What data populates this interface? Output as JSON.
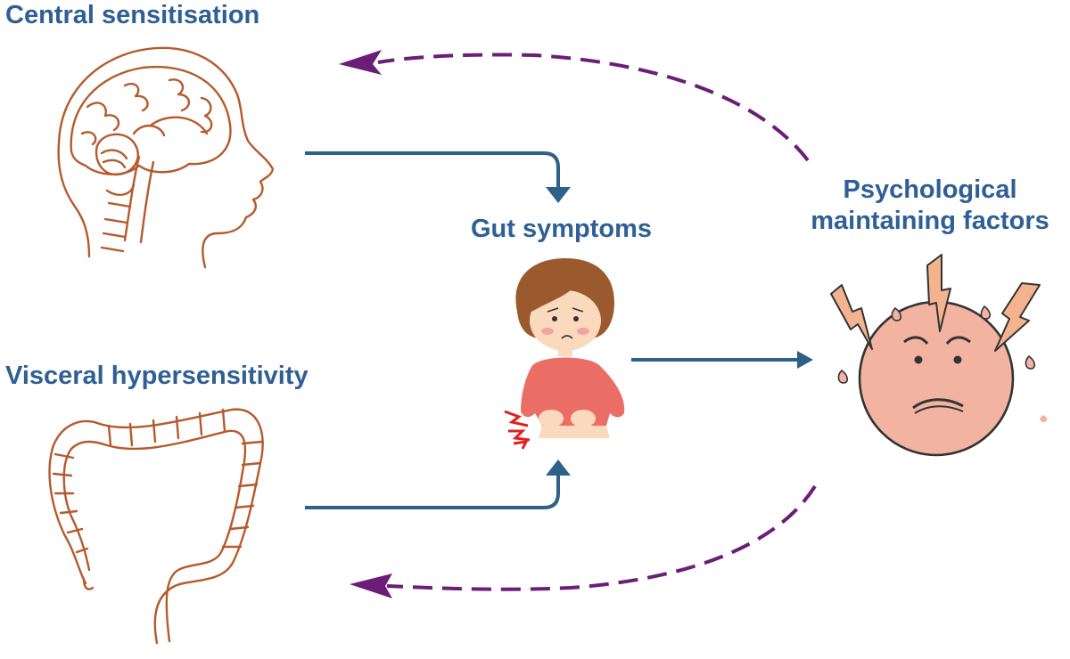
{
  "nodes": {
    "central": {
      "label": "Central sensitisation"
    },
    "visceral": {
      "label": "Visceral hypersensitivity"
    },
    "gut": {
      "label": "Gut symptoms"
    },
    "psych": {
      "label_line1": "Psychological",
      "label_line2": "maintaining factors"
    }
  },
  "edges": [
    {
      "from": "central",
      "to": "gut",
      "style": "solid"
    },
    {
      "from": "visceral",
      "to": "gut",
      "style": "solid"
    },
    {
      "from": "gut",
      "to": "psych",
      "style": "solid"
    },
    {
      "from": "psych",
      "to": "central",
      "style": "dashed"
    },
    {
      "from": "psych",
      "to": "visceral",
      "style": "dashed"
    }
  ],
  "colors": {
    "label_text": "#2e5f95",
    "solid_arrow": "#2e6187",
    "dashed_arrow": "#6b1d78",
    "organ_outline": "#b55a2c",
    "face_fill": "#f2b3a0"
  },
  "icons": [
    "brain-head-icon",
    "colon-icon",
    "girl-stomach-ache-icon",
    "stressed-face-icon"
  ]
}
